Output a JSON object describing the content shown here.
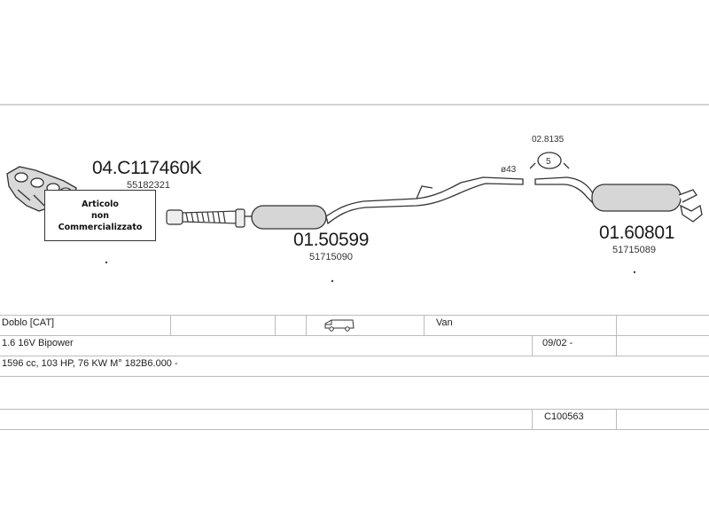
{
  "diagram": {
    "parts": [
      {
        "code": "04.C117460K",
        "oem": "55182321"
      },
      {
        "code": "01.50599",
        "oem": "51715090"
      },
      {
        "code": "01.60801",
        "oem": "51715089"
      }
    ],
    "clamp": {
      "code": "02.8135",
      "label": "5"
    },
    "pipe_diameter": "ø43",
    "notice_lines": [
      "Articolo",
      "non",
      "Commercializzato"
    ]
  },
  "table": {
    "row1": {
      "model": "Doblo  [CAT]",
      "body": "Van"
    },
    "row2": {
      "engine": "1.6 16V Bipower",
      "date": "09/02 -"
    },
    "row3": {
      "spec": "1596 cc, 103 HP, 76 KW M° 182B6.000 -"
    },
    "row5": {
      "ref": "C100563"
    }
  },
  "icons": {
    "vehicle": "van-icon",
    "manifold": "manifold-icon",
    "clamp": "clamp-icon"
  }
}
